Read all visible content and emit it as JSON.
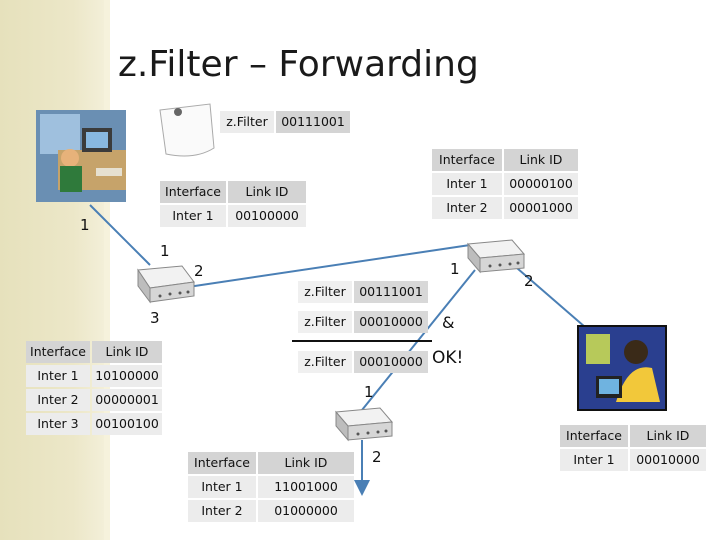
{
  "title": "z.Filter – Forwarding",
  "top_filter": {
    "label": "z.Filter",
    "value": "00111001"
  },
  "table_topleft": {
    "header": [
      "Interface",
      "Link ID"
    ],
    "rows": [
      [
        "Inter 1",
        "00100000"
      ]
    ]
  },
  "table_topright": {
    "header": [
      "Interface",
      "Link ID"
    ],
    "rows": [
      [
        "Inter 1",
        "00000100"
      ],
      [
        "Inter 2",
        "00001000"
      ]
    ]
  },
  "table_left": {
    "header": [
      "Interface",
      "Link ID"
    ],
    "rows": [
      [
        "Inter 1",
        "10100000"
      ],
      [
        "Inter 2",
        "00000001"
      ],
      [
        "Inter 3",
        "00100100"
      ]
    ]
  },
  "table_bottom": {
    "header": [
      "Interface",
      "Link ID"
    ],
    "rows": [
      [
        "Inter 1",
        "11001000"
      ],
      [
        "Inter 2",
        "01000000"
      ]
    ]
  },
  "table_right": {
    "header": [
      "Interface",
      "Link ID"
    ],
    "rows": [
      [
        "Inter 1",
        "00010000"
      ]
    ]
  },
  "calc": {
    "row1": {
      "label": "z.Filter",
      "value": "00111001"
    },
    "row2": {
      "label": "z.Filter",
      "value": "00010000",
      "op": "&"
    },
    "row3": {
      "label": "z.Filter",
      "value": "00010000",
      "result": "OK!"
    }
  },
  "link_labels": {
    "left_host": "1",
    "router_left_in": "1",
    "router_left_out": "2",
    "router_left_down": "3",
    "router_top_in": "1",
    "router_top_out": "2",
    "router_bottom_in": "1",
    "router_bottom_out": "2"
  }
}
